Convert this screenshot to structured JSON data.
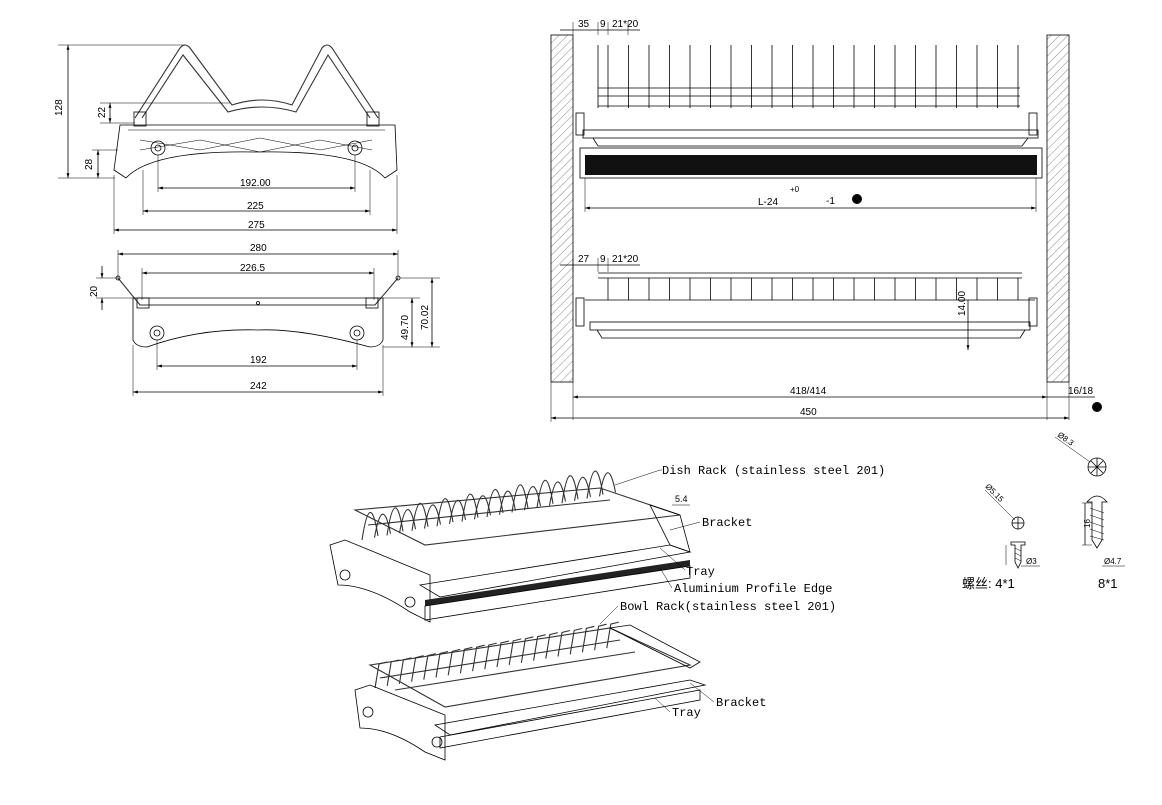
{
  "front_view_top": {
    "height": "128",
    "upper_gap": "22",
    "lower_gap": "28",
    "inner_width": "192.00",
    "mid_width": "225",
    "outer_width": "275"
  },
  "front_view_bottom": {
    "top_width": "280",
    "inner_width": "226.5",
    "rise": "20",
    "height_a": "49.70",
    "height_b": "70.02",
    "base_inner": "192",
    "base_outer": "242"
  },
  "side_view": {
    "upper_offset": "35",
    "upper_gap": "9",
    "upper_pitch": "21*20",
    "length_formula": "L-24",
    "tolerance": "+0",
    "tolerance_minus": "-1",
    "lower_offset": "27",
    "lower_gap": "9",
    "lower_pitch": "21*20",
    "tray_drop": "14.00",
    "inner_length": "418/414",
    "side_gap": "16/18",
    "total_length": "450"
  },
  "callouts": {
    "dish_rack": "Dish Rack (stainless steel 201)",
    "tab_size": "5.4",
    "bracket_top": "Bracket",
    "tray_top": "Tray",
    "profile_edge": "Aluminium Profile Edge",
    "bowl_rack": "Bowl Rack(stainless steel 201)",
    "bracket_bottom": "Bracket",
    "tray_bottom": "Tray"
  },
  "screws": {
    "small_head_dia": "Ø5.15",
    "small_shank_dia": "Ø3",
    "small_label": "螺丝: 4*1",
    "large_head_dia": "Ø8.3",
    "large_length": "16",
    "large_shank_dia": "Ø4.7",
    "large_label": "8*1"
  }
}
